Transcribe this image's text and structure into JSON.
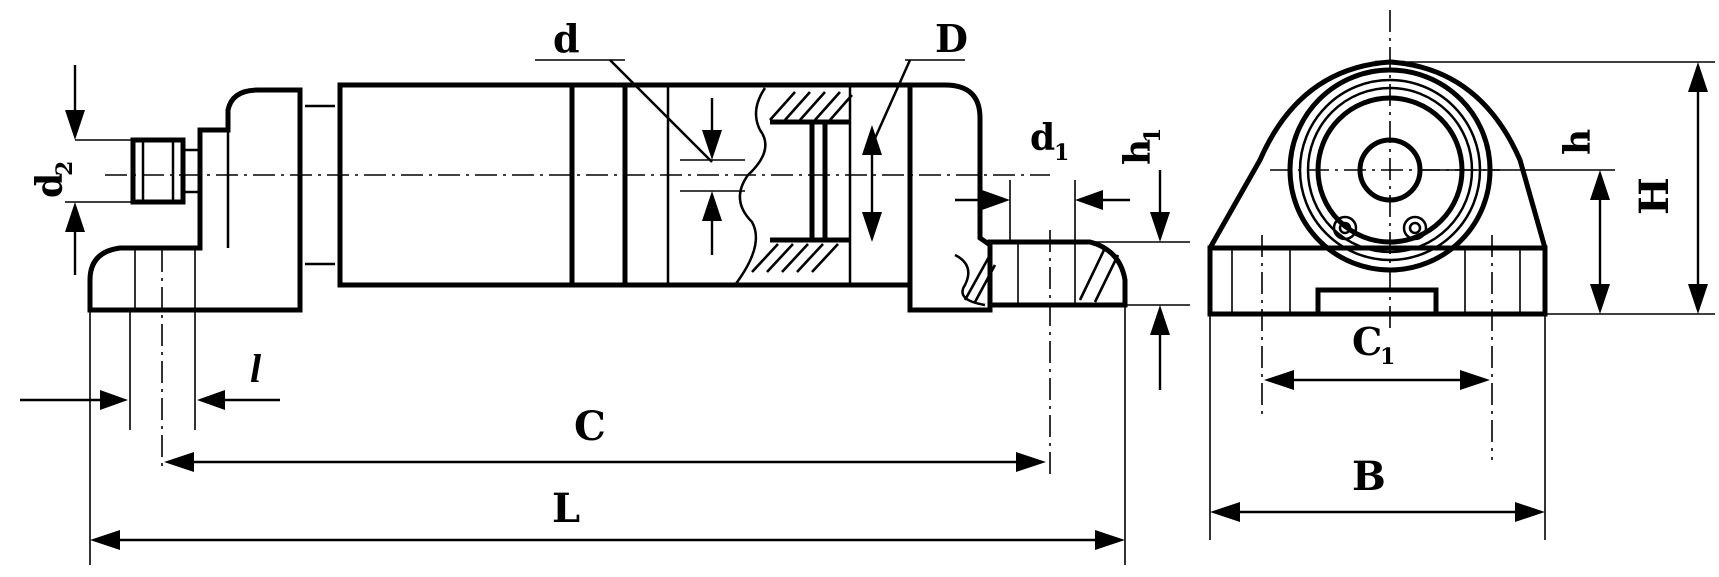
{
  "labels": {
    "d": "d",
    "D": "D",
    "d1": "d",
    "d1_sub": "1",
    "h1": "h",
    "h1_sub": "1",
    "d2": "d",
    "d2_sub": "2",
    "l": "l",
    "C": "C",
    "L": "L",
    "h": "h",
    "H": "H",
    "C1": "C",
    "C1_sub": "1",
    "B": "B"
  }
}
